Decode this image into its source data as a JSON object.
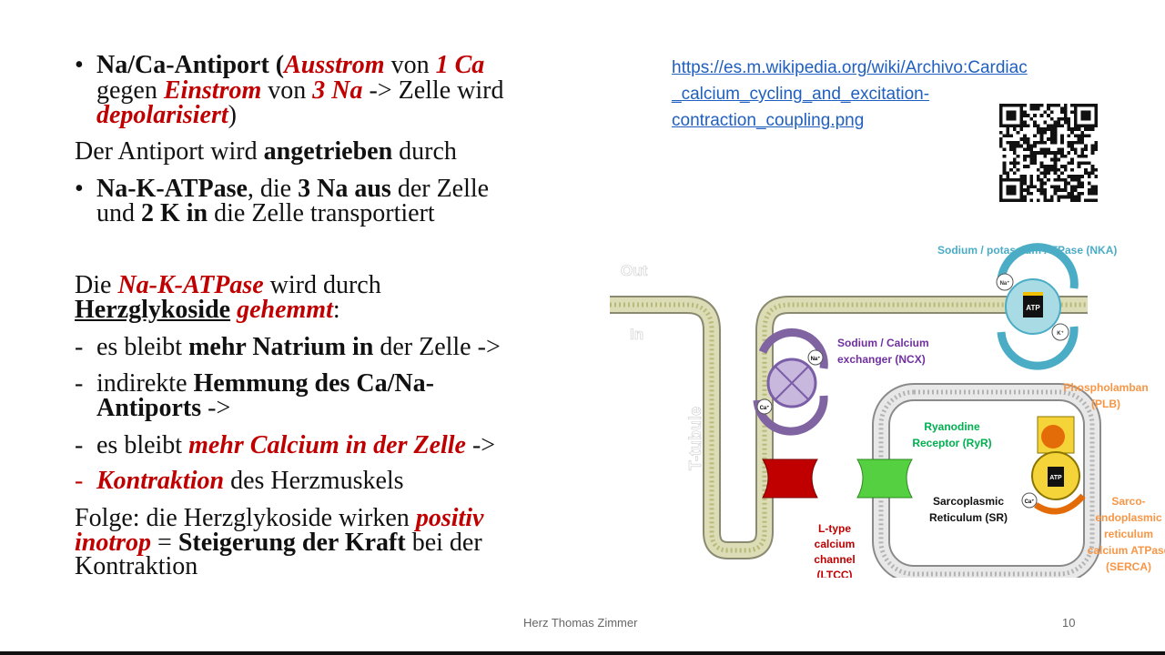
{
  "slide": {
    "bullet_char": "•",
    "dash": "-",
    "antiport": {
      "l1_a": "Na/Ca-Antiport (",
      "l1_b": "Ausstrom",
      "l1_c": " von ",
      "l1_d": "1 Ca",
      "l2_a": "gegen ",
      "l2_b": "Einstrom",
      "l2_c": " von ",
      "l2_d": "3 Na",
      "l2_e": " -> Zelle wird",
      "l3_a": "depolarisiert",
      "l3_b": ")"
    },
    "driven": {
      "a": "Der Antiport wird ",
      "b": "angetrieben",
      "c": " durch"
    },
    "atpase": {
      "l1_a": "Na-K-ATPase",
      "l1_b": ", die ",
      "l1_c": "3 Na aus",
      "l1_d": " der Zelle",
      "l2_a": "und ",
      "l2_b": "2 K in",
      "l2_c": " die Zelle transportiert"
    },
    "inhibit": {
      "l1_a": "Die ",
      "l1_b": "Na-K-ATPase",
      "l1_c": " wird durch",
      "l2_a": "Herzglykoside",
      "l2_b": " ",
      "l2_c": "gehemmt",
      "l2_d": ":"
    },
    "d1": {
      "a": "es bleibt ",
      "b": "mehr Natrium in",
      "c": " der Zelle ->"
    },
    "d2": {
      "l1_a": "indirekte ",
      "l1_b": "Hemmung des Ca/Na-",
      "l2_a": "Antiports",
      "l2_b": " ->"
    },
    "d3": {
      "a": "es bleibt ",
      "b": "mehr Calcium in der Zelle",
      "c": " ->"
    },
    "d4": {
      "a": "Kontraktion",
      "b": " des Herzmuskels"
    },
    "conclusion": {
      "l1_a": "Folge: die Herzglykoside wirken ",
      "l1_b": "positiv",
      "l2_a": "inotrop",
      "l2_b": " = ",
      "l2_c": "Steigerung der Kraft",
      "l2_d": " bei der",
      "l3": "Kontraktion"
    }
  },
  "link": {
    "line1": "https://es.m.wikipedia.org/wiki/Archivo:Cardiac",
    "line2": "_calcium_cycling_and_excitation-",
    "line3": "contraction_coupling.png"
  },
  "diagram": {
    "out": "Out",
    "in": "In",
    "t_tubule": "T-tubule",
    "nka_title": "Sodium / potassium ATPase (NKA)",
    "ncx1": "Sodium / Calcium",
    "ncx2": "exchanger (NCX)",
    "ryr1": "Ryanodine",
    "ryr2": "Receptor (RyR)",
    "plb1": "Phospholamban",
    "plb2": "(PLB)",
    "sr1": "Sarcoplasmic",
    "sr2": "Reticulum (SR)",
    "ltcc1": "L-type",
    "ltcc2": "calcium",
    "ltcc3": "channel",
    "ltcc4": "(LTCC)",
    "serca1": "Sarco-",
    "serca2": "endoplasmic",
    "serca3": "reticulum",
    "serca4": "calcium ATPase",
    "serca5": "(SERCA)",
    "atp": "ATP",
    "na": "Na⁺",
    "k": "K⁺",
    "ca": "Ca⁺",
    "colors": {
      "nka": "#4bacc6",
      "ncx": "#7030a0",
      "ryr": "#00b050",
      "plb": "#e36c09",
      "ltcc": "#c00000",
      "membrane": "#c4c79a"
    }
  },
  "footer": {
    "title": "Herz  Thomas Zimmer",
    "page": "10"
  }
}
